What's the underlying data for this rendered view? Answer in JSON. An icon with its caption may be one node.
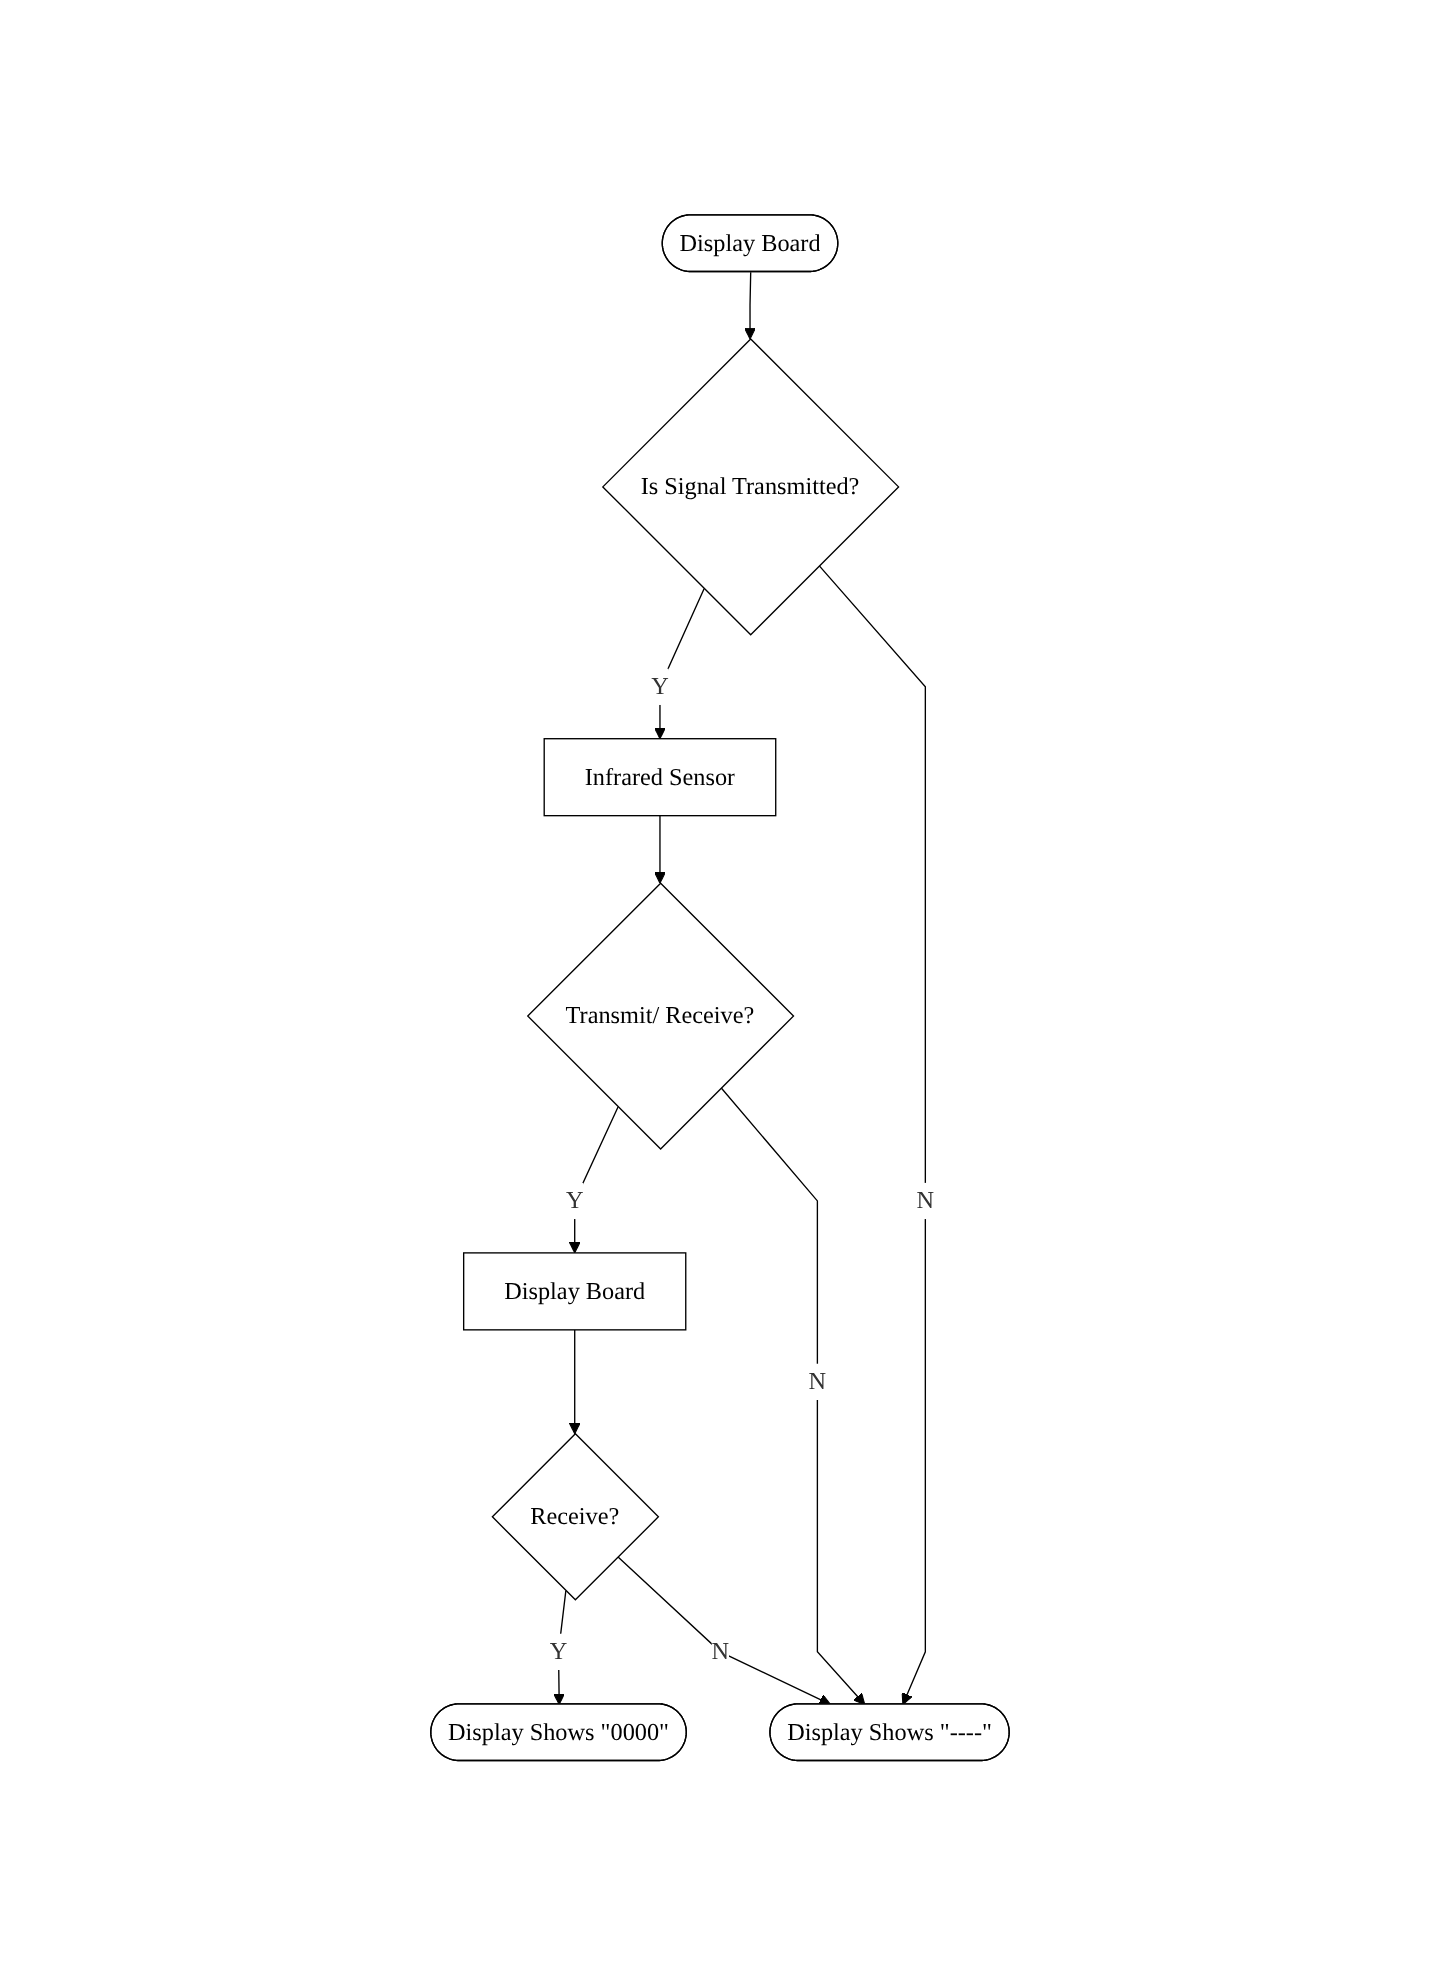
{
  "diagram": {
    "nodes": [
      {
        "text": [
          "Display Board"
        ]
      },
      {
        "text": [
          "Is Signal Transmitted?"
        ]
      },
      {
        "text": [
          "Infrared Sensor"
        ]
      },
      {
        "text": [
          "Transmit/ Receive?"
        ]
      },
      {
        "text": [
          "Display Board"
        ]
      },
      {
        "text": [
          "Receive?"
        ]
      },
      {
        "text": [
          "Display Shows \"0000\""
        ]
      },
      {
        "text": [
          "Display Shows \"----\""
        ]
      }
    ],
    "edges": [
      {
        "from": 0,
        "to": 1,
        "arrow": "to"
      },
      {
        "from": 1,
        "to": 2,
        "label": "Y",
        "arrow": "to"
      },
      {
        "from": 1,
        "to": 7,
        "label": "N",
        "arrow": "to"
      },
      {
        "from": 2,
        "to": 3,
        "arrow": "to"
      },
      {
        "from": 3,
        "to": 4,
        "label": "Y",
        "arrow": "to"
      },
      {
        "from": 3,
        "to": 7,
        "label": "N",
        "arrow": "to"
      },
      {
        "from": 4,
        "to": 5,
        "arrow": "to"
      },
      {
        "from": 5,
        "to": 6,
        "label": "Y",
        "arrow": "to"
      },
      {
        "from": 5,
        "to": 7,
        "label": "N",
        "arrow": "to"
      }
    ]
  }
}
